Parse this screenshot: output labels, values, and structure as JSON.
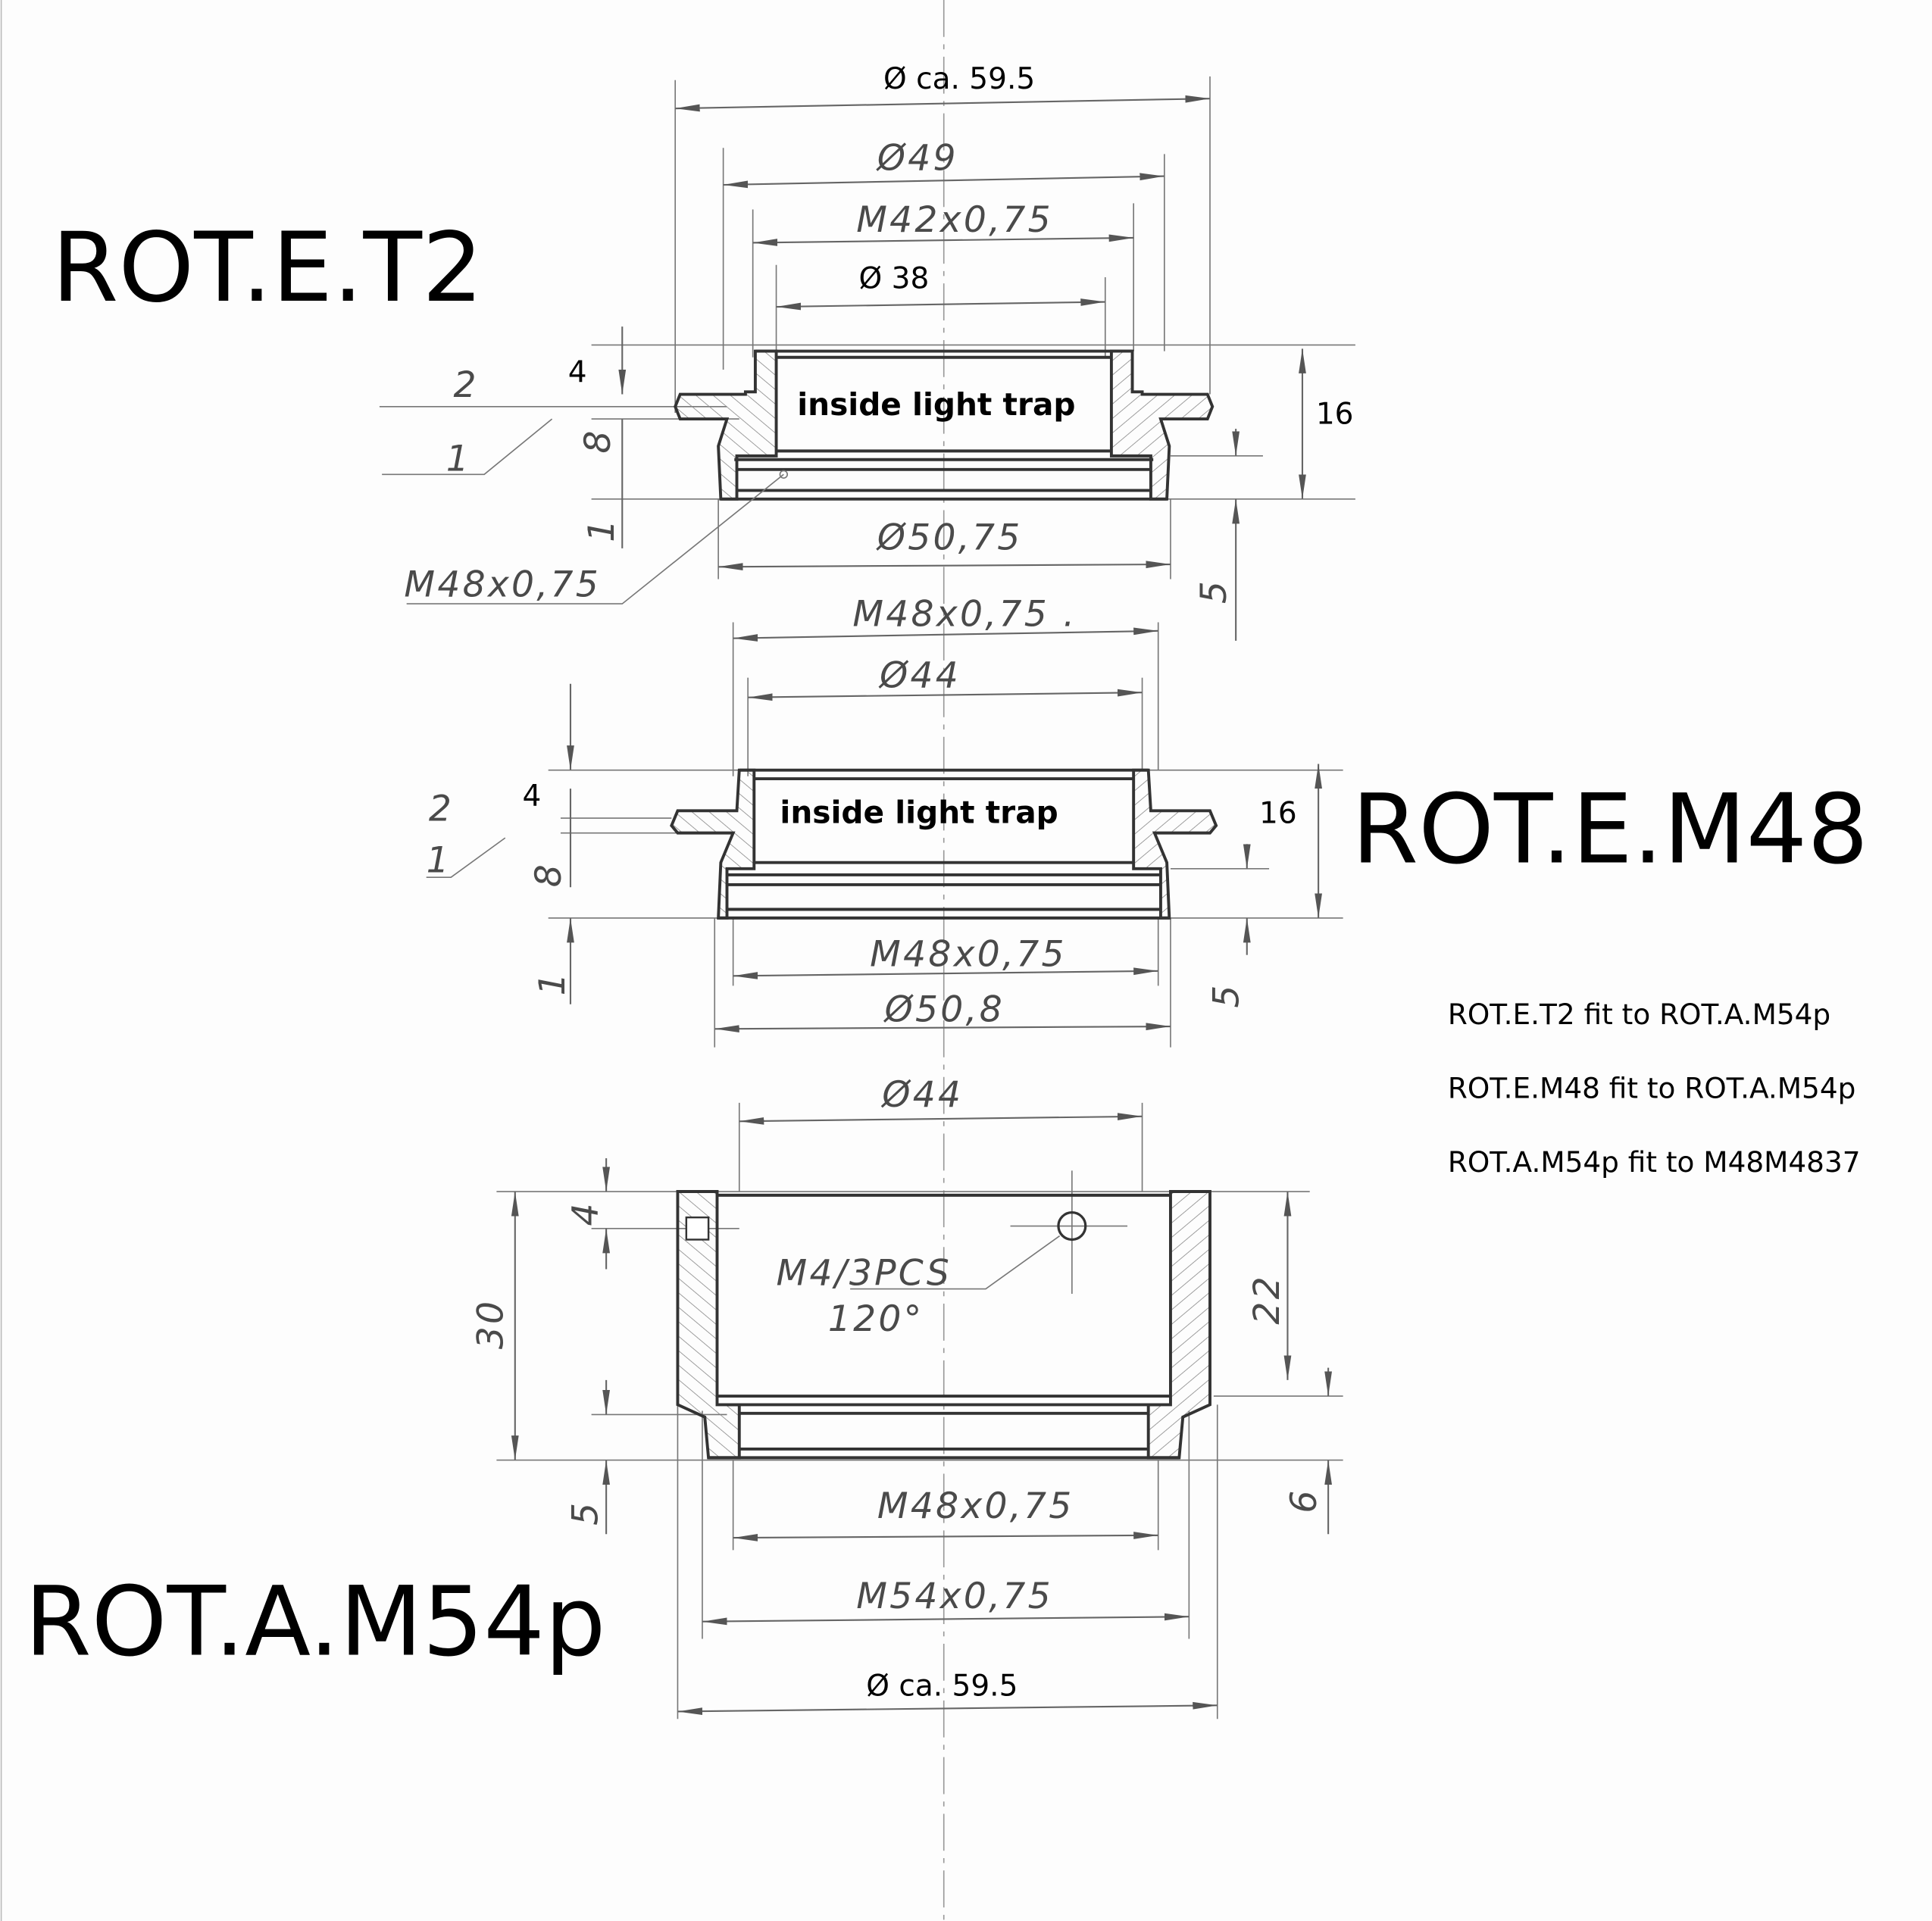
{
  "titles": {
    "part1": "ROT.E.T2",
    "part2": "ROT.E.M48",
    "part3": "ROT.A.M54p"
  },
  "part1": {
    "outer_diameter": "ca. 59.5",
    "d49": "Ø49",
    "thread_inner": "M42x0,75",
    "d38": "38",
    "label": "inside light trap",
    "height": "16",
    "flange_offset": "4",
    "callout_2": "2",
    "callout_1": "1",
    "dim_8": "8",
    "dim_1": "1",
    "d50_75": "Ø50,75",
    "thread_outer": "M48x0,75",
    "dim_5": "5"
  },
  "part2": {
    "thread_top": "M48x0,75 .",
    "d44": "Ø44",
    "flange_offset": "4",
    "callout_2": "2",
    "callout_1": "1",
    "dim_8": "8",
    "label": "inside light trap",
    "height": "16",
    "thread_bottom": "M48x0,75",
    "dim_1": "1",
    "dim_5": "5",
    "d50_8": "Ø50,8"
  },
  "part3": {
    "d44": "Ø44",
    "dim_4": "4",
    "height": "30",
    "screw_note": "M4/3PCS",
    "angle": "120°",
    "dim_22": "22",
    "dim_5": "5",
    "dim_6": "6",
    "thread_inner": "M48x0,75",
    "thread_outer": "M54x0,75",
    "outer_diameter": "ca. 59.5"
  },
  "notes": [
    "ROT.E.T2 fit to ROT.A.M54p",
    "ROT.E.M48 fit to ROT.A.M54p",
    "ROT.A.M54p fit to M48M4837"
  ]
}
